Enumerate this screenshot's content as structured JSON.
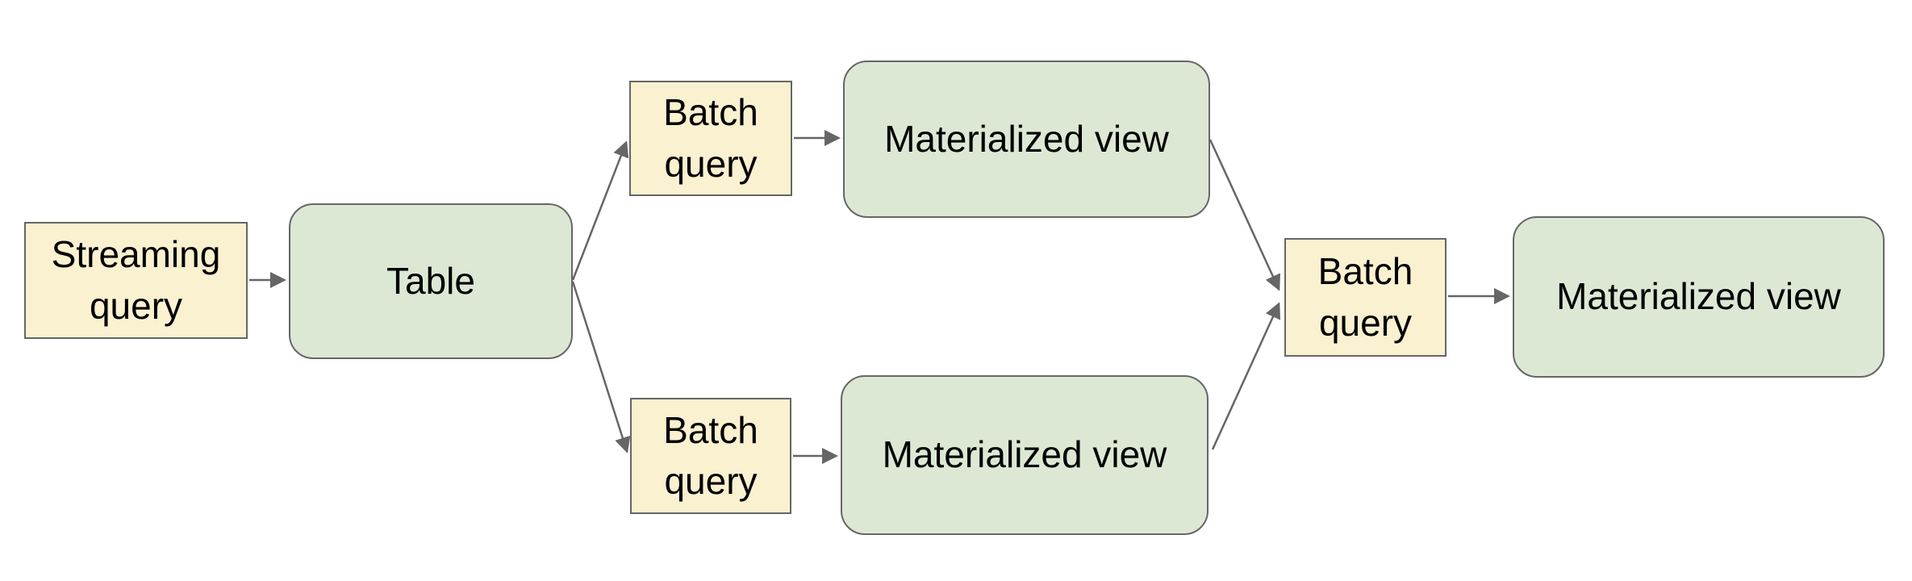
{
  "diagram": {
    "background_color": "#ffffff",
    "colors": {
      "query_node_fill": "#faf1d0",
      "view_node_fill": "#dce8d4",
      "node_stroke": "#666666",
      "connector": "#666666",
      "label_text": "#000000"
    },
    "nodes": {
      "streaming_query": {
        "label": "Streaming query",
        "shape": "rectangle",
        "fill": "#faf1d0"
      },
      "table": {
        "label": "Table",
        "shape": "rounded-rectangle",
        "fill": "#dce8d4"
      },
      "batch_query_top": {
        "label": "Batch query",
        "shape": "rectangle",
        "fill": "#faf1d0"
      },
      "materialized_view_top": {
        "label": "Materialized view",
        "shape": "rounded-rectangle",
        "fill": "#dce8d4"
      },
      "batch_query_bottom": {
        "label": "Batch query",
        "shape": "rectangle",
        "fill": "#faf1d0"
      },
      "materialized_view_bottom": {
        "label": "Materialized view",
        "shape": "rounded-rectangle",
        "fill": "#dce8d4"
      },
      "batch_query_right": {
        "label": "Batch query",
        "shape": "rectangle",
        "fill": "#faf1d0"
      },
      "materialized_view_right": {
        "label": "Materialized view",
        "shape": "rounded-rectangle",
        "fill": "#dce8d4"
      }
    },
    "edges": [
      {
        "from": "streaming_query",
        "to": "table",
        "arrow": "end"
      },
      {
        "from": "table",
        "to": "batch_query_top",
        "arrow": "end"
      },
      {
        "from": "table",
        "to": "batch_query_bottom",
        "arrow": "end"
      },
      {
        "from": "batch_query_top",
        "to": "materialized_view_top",
        "arrow": "end"
      },
      {
        "from": "batch_query_bottom",
        "to": "materialized_view_bottom",
        "arrow": "end"
      },
      {
        "from": "materialized_view_top",
        "to": "batch_query_right",
        "arrow": "end"
      },
      {
        "from": "materialized_view_bottom",
        "to": "batch_query_right",
        "arrow": "end"
      },
      {
        "from": "batch_query_right",
        "to": "materialized_view_right",
        "arrow": "end"
      }
    ]
  }
}
